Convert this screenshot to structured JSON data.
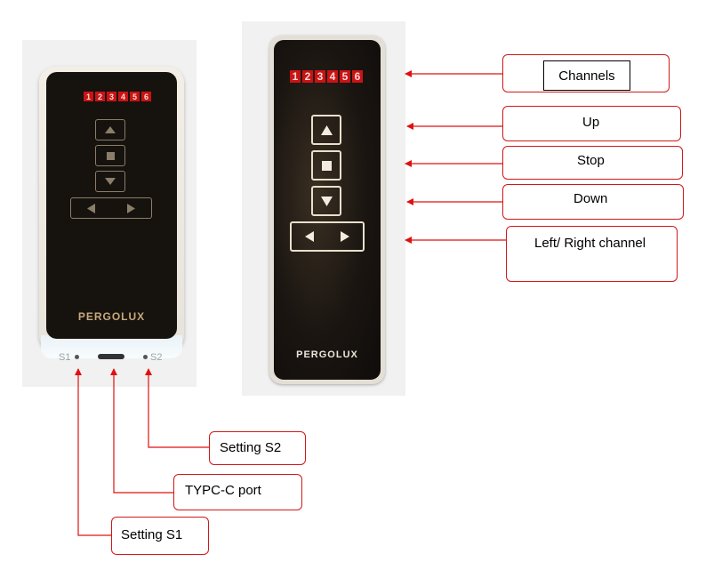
{
  "channels": [
    "1",
    "2",
    "3",
    "4",
    "5",
    "6"
  ],
  "brand": "PERGOLUX",
  "port_labels": {
    "s1": "S1",
    "s2": "S2"
  },
  "callouts": {
    "channels": "Channels",
    "up": "Up",
    "stop": "Stop",
    "down": "Down",
    "left_right": "Left/ Right channel",
    "setting_s2": "Setting S2",
    "type_c": "TYPC-C port",
    "setting_s1": "Setting S1"
  },
  "colors": {
    "callout_border": "#d01818",
    "arrow": "#e01010",
    "channel_led": "#c81414"
  }
}
